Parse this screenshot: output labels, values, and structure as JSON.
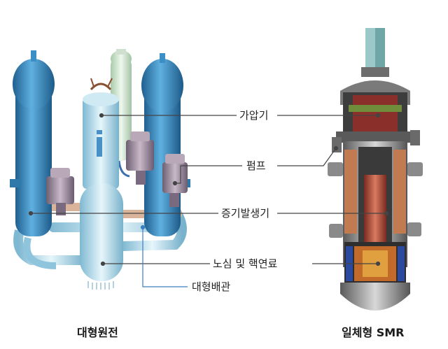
{
  "labels": {
    "pressurizer": "가압기",
    "pump": "펌프",
    "steam_generator": "증기발생기",
    "core_fuel": "노심 및 핵연료",
    "large_piping": "대형배관"
  },
  "captions": {
    "left": "대형원전",
    "right": "일체형 SMR"
  },
  "colors": {
    "vessel_blue": "#3b8fc7",
    "pipe_light": "#9fd0e6",
    "pump_purple": "#9a8a9e",
    "pressurizer_green": "#cfe6cf",
    "smr_shell": "#8d8d8d",
    "smr_core": "#b94a3a",
    "leader_line": "#444444",
    "piping_leader": "#3a7fc0"
  }
}
